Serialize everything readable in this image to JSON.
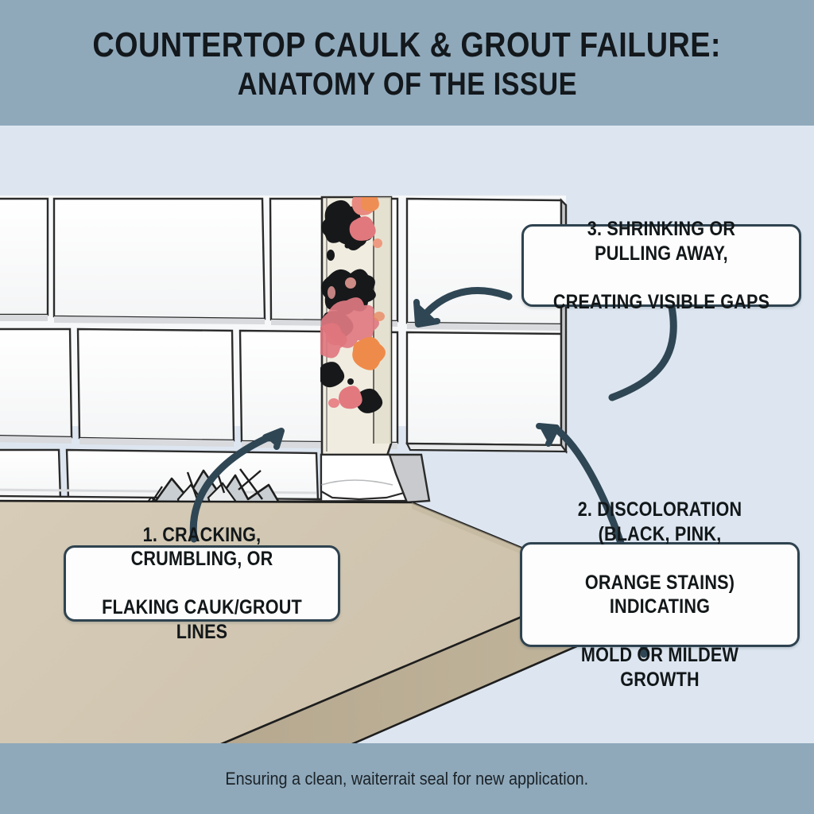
{
  "header": {
    "title_line_1": "COUNTERTOP CAULK & GROUT FAILURE:",
    "title_line_2": "ANATOMY OF THE ISSUE",
    "background_color": "#8fa9bb",
    "text_color": "#13181c"
  },
  "footer": {
    "text": "Ensuring a clean, waiterrait seal for new application.",
    "background_color": "#8fa9bb"
  },
  "scene": {
    "background_color": "#dde6f0",
    "tile_face_color": "#fafafa",
    "tile_edge_color": "#d8dadd",
    "tile_outline_color": "#2b2b2b",
    "grout_line_color": "#3a3f44",
    "caulk_column_color": "#f0ece0",
    "caulk_bead_color": "#ffffff",
    "countertop_top_color": "#d3c8b4",
    "countertop_edge_color": "#b3a68d",
    "crack_fill_color": "#c9cdd1",
    "arrow_color": "#2f4654",
    "stain_black": "#1a1a1a",
    "stain_pink": "#e0757c",
    "stain_orange": "#ef8b4a",
    "wall_side_color": "#c6c8ca"
  },
  "callouts": [
    {
      "id": "callout-1",
      "number": "1.",
      "line_1": "1. CRACKING, CRUMBLING, OR",
      "line_2": "FLAKING CAUK/GROUT LINES",
      "full_text": "1. CRACKING, CRUMBLING, OR FLAKING CAUK/GROUT LINES"
    },
    {
      "id": "callout-2",
      "number": "2.",
      "line_1": "2. DISCOLORATION (BLACK, PINK,",
      "line_2": "ORANGE STAINS) INDICATING",
      "line_3": "MOLD OR MILDEW GROWTH",
      "full_text": "2. DISCOLORATION (BLACK, PINK, ORANGE STAINS) INDICATING MOLD OR MILDEW GROWTH"
    },
    {
      "id": "callout-3",
      "number": "3.",
      "line_1": "3. SHRINKING OR PULLING AWAY,",
      "line_2": "CREATING VISIBLE GAPS",
      "full_text": "3. SHRINKING OR PULLING AWAY, CREATING VISIBLE GAPS"
    }
  ]
}
